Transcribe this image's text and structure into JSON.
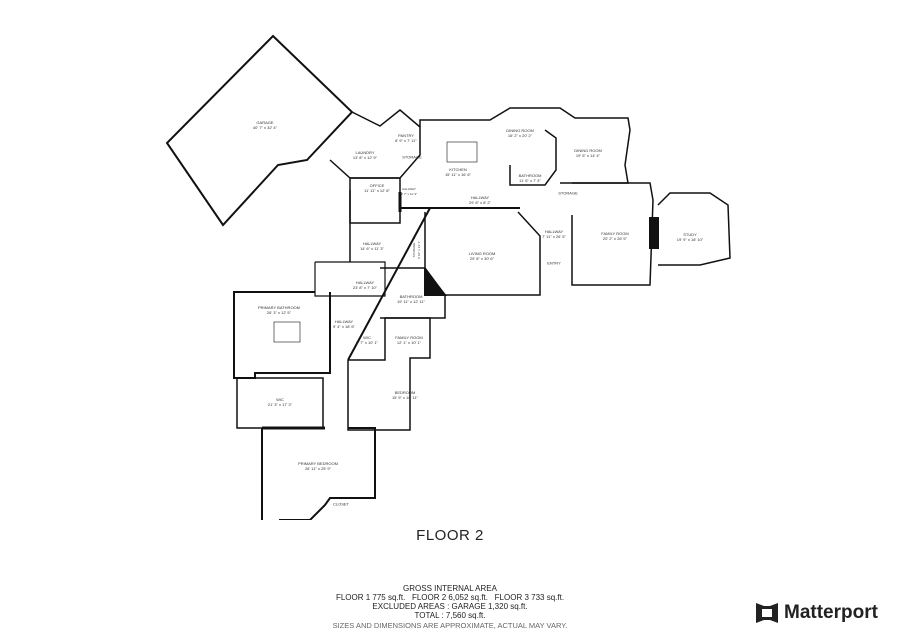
{
  "floor_title": "FLOOR 2",
  "rooms": [
    {
      "name": "GARAGE",
      "dim": "40' 7\" x 32' 4\""
    },
    {
      "name": "LAUNDRY",
      "dim": "13' 8\" x 12' 9\""
    },
    {
      "name": "PANTRY",
      "dim": "8' 9\" x 7' 11\""
    },
    {
      "name": "STORAGE",
      "dim": ""
    },
    {
      "name": "OFFICE",
      "dim": "11' 11\" x 12' 8\""
    },
    {
      "name": "HALLWAY",
      "dim": "3' 7\" x 11' 3\""
    },
    {
      "name": "KITCHEN",
      "dim": "15' 11\" x 16' 6\""
    },
    {
      "name": "DINING ROOM",
      "dim": "16' 2\" x 20' 2\""
    },
    {
      "name": "DINING ROOM",
      "dim": "19' 5\" x 14' 4\""
    },
    {
      "name": "BATHROOM",
      "dim": "11' 6\" x 7' 3\""
    },
    {
      "name": "STORAGE",
      "dim": ""
    },
    {
      "name": "HALLWAY",
      "dim": "29' 8\" x 8' 2\""
    },
    {
      "name": "HALLWAY",
      "dim": "7' 11\" x 26' 5\""
    },
    {
      "name": "FAMILY ROOM",
      "dim": "20' 2\" x 26' 5\""
    },
    {
      "name": "STUDY",
      "dim": "19' 9\" x 18' 10\""
    },
    {
      "name": "LIVING ROOM",
      "dim": "29' 8\" x 30' 6\""
    },
    {
      "name": "ENTRY",
      "dim": ""
    },
    {
      "name": "HALLWAY",
      "dim": "14' 6\" x 11' 3\""
    },
    {
      "name": "STORAGE",
      "dim": "6' 10\" x 14' 1\""
    },
    {
      "name": "HALLWAY",
      "dim": "23' 8\" x 7' 10\""
    },
    {
      "name": "BATHROOM",
      "dim": "19' 11\" x 12' 11\""
    },
    {
      "name": "PRIMARY BATHROOM",
      "dim": "26' 3\" x 12' 5\""
    },
    {
      "name": "HALLWAY",
      "dim": "9' 4\" x 18' 6\""
    },
    {
      "name": "WIC",
      "dim": "9' 7\" x 10' 1\""
    },
    {
      "name": "FAMILY ROOM",
      "dim": "12' 1\" x 10' 1\""
    },
    {
      "name": "WIC",
      "dim": "21' 3\" x 17' 3\""
    },
    {
      "name": "BEDROOM",
      "dim": "15' 9\" x 16' 11\""
    },
    {
      "name": "PRIMARY BEDROOM",
      "dim": "26' 11\" x 25' 9\""
    },
    {
      "name": "CLOSET",
      "dim": ""
    }
  ],
  "area": {
    "heading": "GROSS INTERNAL AREA",
    "floors": "FLOOR 1 775 sq.ft.   FLOOR 2 6,052 sq.ft.   FLOOR 3 733 sq.ft.",
    "excluded": "EXCLUDED AREAS :  GARAGE 1,320 sq.ft.",
    "total": "TOTAL :  7,560 sq.ft.",
    "note": "SIZES AND DIMENSIONS ARE APPROXIMATE, ACTUAL MAY VARY."
  },
  "brand": {
    "name": "Matterport",
    "icon": "matterport-logo-icon",
    "color": "#222222"
  }
}
